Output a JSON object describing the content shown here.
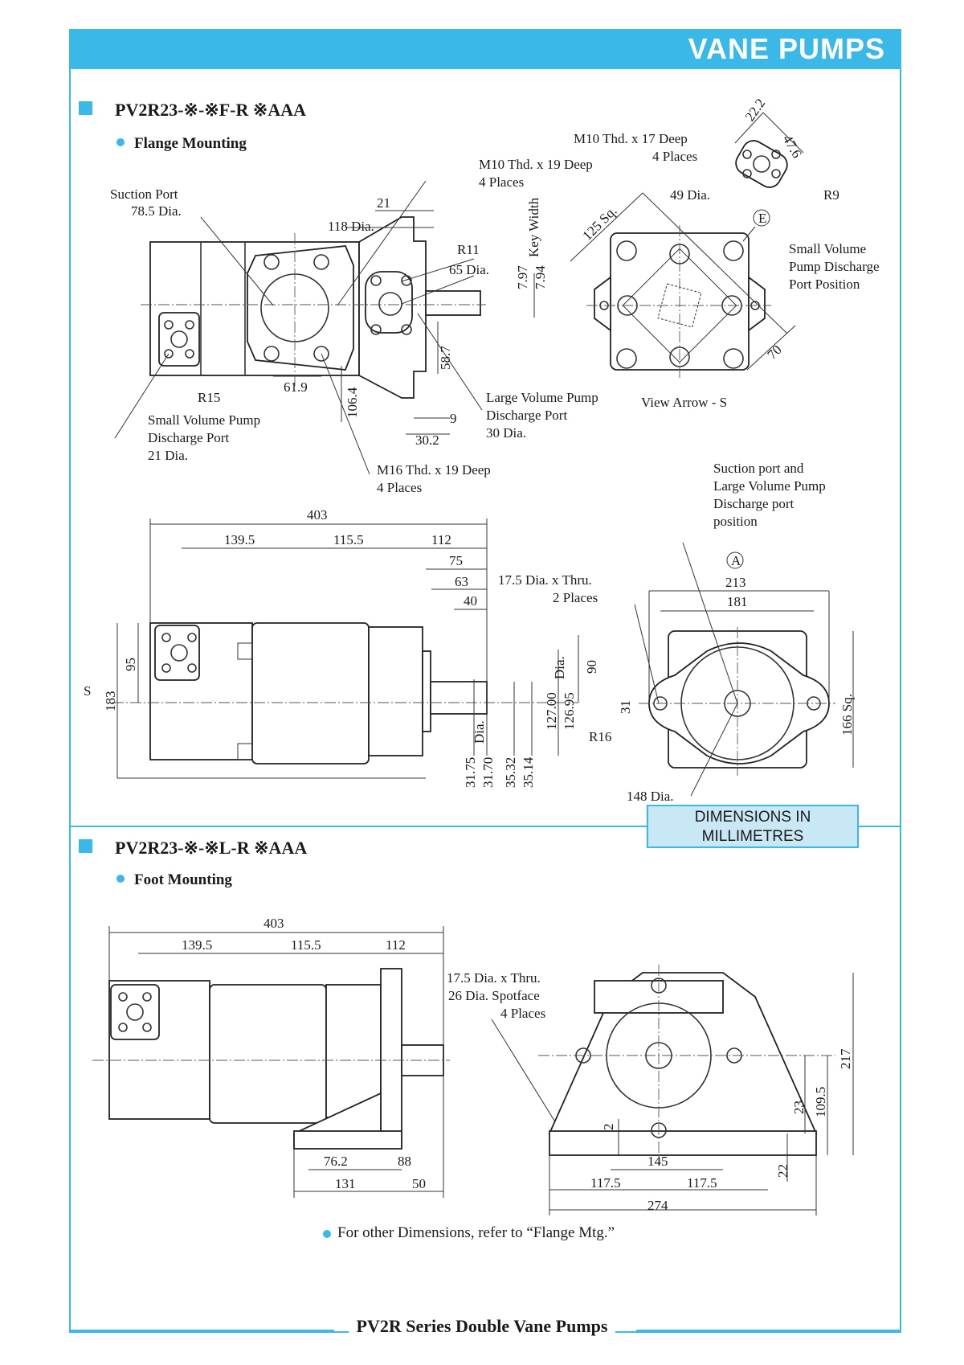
{
  "header": {
    "title": "VANE PUMPS"
  },
  "section1": {
    "title": "PV2R23-※-※F-R ※AAA",
    "subtitle": "Flange Mounting"
  },
  "section2": {
    "title": "PV2R23-※-※L-R ※AAA",
    "subtitle": "Foot Mounting"
  },
  "labels": {
    "suction_port_1": "Suction Port",
    "suction_port_2": "78.5 Dia.",
    "m10_19_1": "M10 Thd. x 19 Deep",
    "m10_19_2": "4 Places",
    "m10_17_1": "M10 Thd. x 17 Deep",
    "m10_17_2": "4 Places",
    "dia118": "118 Dia.",
    "d21": "21",
    "r11": "R11",
    "dia65": "65 Dia.",
    "key_width": "Key Width",
    "k797": "7.97",
    "k794": "7.94",
    "d222": "22.2",
    "d476": "47.6",
    "dia49": "49 Dia.",
    "r9": "R9",
    "circle_e": "E",
    "small_pump_port_pos_1": "Small Volume",
    "small_pump_port_pos_2": "Pump Discharge",
    "small_pump_port_pos_3": "Port Position",
    "sq125": "125 Sq.",
    "d70": "70",
    "view_arrow": "View Arrow - S",
    "r15": "R15",
    "d619": "61.9",
    "d1064": "106.4",
    "d587": "58.7",
    "d9": "9",
    "d302": "30.2",
    "small_dis_1": "Small Volume Pump",
    "small_dis_2": "Discharge Port",
    "small_dis_3": "21 Dia.",
    "large_dis_1": "Large Volume Pump",
    "large_dis_2": "Discharge Port",
    "large_dis_3": "30 Dia.",
    "m16_1": "M16 Thd. x 19 Deep",
    "m16_2": "4 Places",
    "suction_large_1": "Suction port and",
    "suction_large_2": "Large Volume Pump",
    "suction_large_3": "Discharge port",
    "suction_large_4": "position",
    "circle_a": "A",
    "d403": "403",
    "d1395": "139.5",
    "d1155": "115.5",
    "d112": "112",
    "d75": "75",
    "d63": "63",
    "d40": "40",
    "thru_1": "17.5 Dia. x Thru.",
    "thru_2": "2 Places",
    "d213": "213",
    "d181": "181",
    "d95": "95",
    "d183": "183",
    "s": "S",
    "d90": "90",
    "d12700": "127.00",
    "d12695": "126.95",
    "dia_v": "Dia.",
    "d3175": "31.75",
    "d3170": "31.70",
    "dia_s": "Dia.",
    "d3532": "35.32",
    "d3514": "35.14",
    "d31": "31",
    "r16": "R16",
    "sq166": "166 Sq.",
    "dia148": "148 Dia.",
    "f_d403": "403",
    "f_d1395": "139.5",
    "f_d1155": "115.5",
    "f_d112": "112",
    "f_thru_1": "17.5 Dia. x Thru.",
    "f_thru_2": "26 Dia. Spotface",
    "f_thru_3": "4 Places",
    "f_d762": "76.2",
    "f_d88": "88",
    "f_d131": "131",
    "f_d50": "50",
    "f_d2": "2",
    "f_d145": "145",
    "f_d1175a": "117.5",
    "f_d1175b": "117.5",
    "f_d274": "274",
    "f_d23": "23",
    "f_d1095": "109.5",
    "f_d217": "217",
    "f_d22": "22"
  },
  "dim_box": {
    "line1": "DIMENSIONS IN",
    "line2": "MILLIMETRES"
  },
  "note": "For other Dimensions, refer to “Flange Mtg.”",
  "footer": "PV2R Series Double Vane Pumps",
  "colors": {
    "accent": "#3ab8e8",
    "dim_box_fill": "#c9e8f6"
  }
}
